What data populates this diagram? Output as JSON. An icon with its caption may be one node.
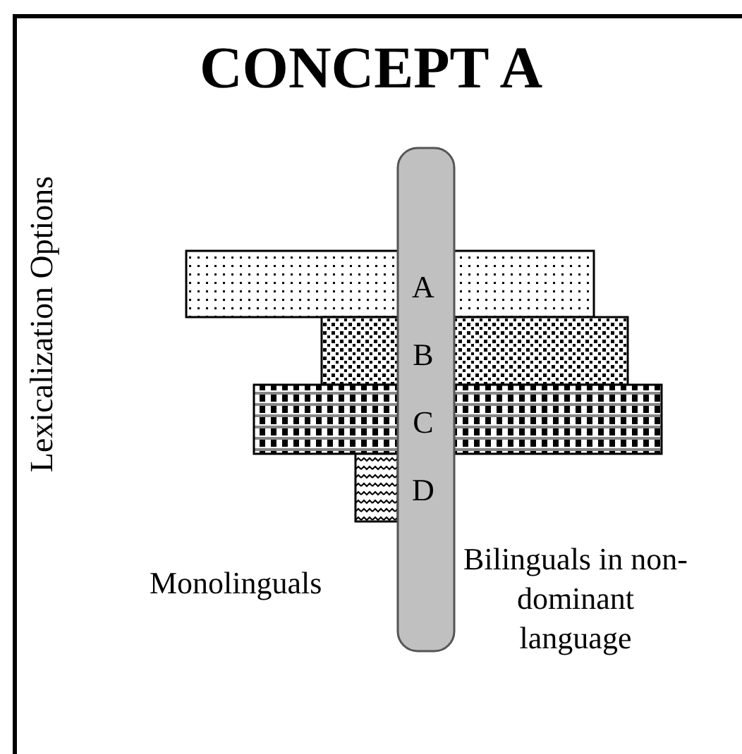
{
  "diagram": {
    "title": "CONCEPT A",
    "labels": [
      "Lexicalization Options",
      "A",
      "B",
      "C",
      "D",
      "Monolinguals",
      "Bilinguals in non-dominant language"
    ]
  }
}
